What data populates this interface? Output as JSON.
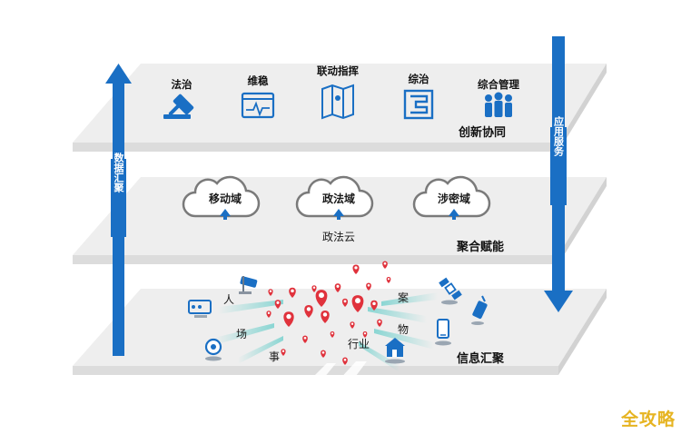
{
  "layers": {
    "top": {
      "title": "创新协同",
      "apps": [
        "法治",
        "维稳",
        "联动指挥",
        "综治",
        "综合管理"
      ]
    },
    "middle": {
      "title": "聚合赋能",
      "clouds": [
        "移动域",
        "政法域",
        "涉密域"
      ],
      "caption": "政法云"
    },
    "bottom": {
      "title": "信息汇聚",
      "dimensions": [
        "人",
        "场",
        "事",
        "行业",
        "物",
        "案"
      ]
    }
  },
  "arrows": {
    "left": "数据汇聚",
    "right": "应用服务"
  },
  "icons": {
    "apps": [
      "gavel-icon",
      "monitor-pulse-icon",
      "map-icon",
      "maze-icon",
      "people-group-icon"
    ],
    "sources": [
      "camera-cctv-icon",
      "webcam-icon",
      "server-rack-icon",
      "satellite-icon",
      "walkie-talkie-icon",
      "smartphone-icon",
      "building-icon"
    ]
  },
  "colors": {
    "accent_blue": "#1a6fc4",
    "plate": "#eeeeee",
    "plate_edge": "#dcdcdc",
    "pin_red": "#e0323c",
    "flow_teal": "#7fd3d0",
    "watermark": "#e6b422"
  },
  "watermark": "全攻略"
}
